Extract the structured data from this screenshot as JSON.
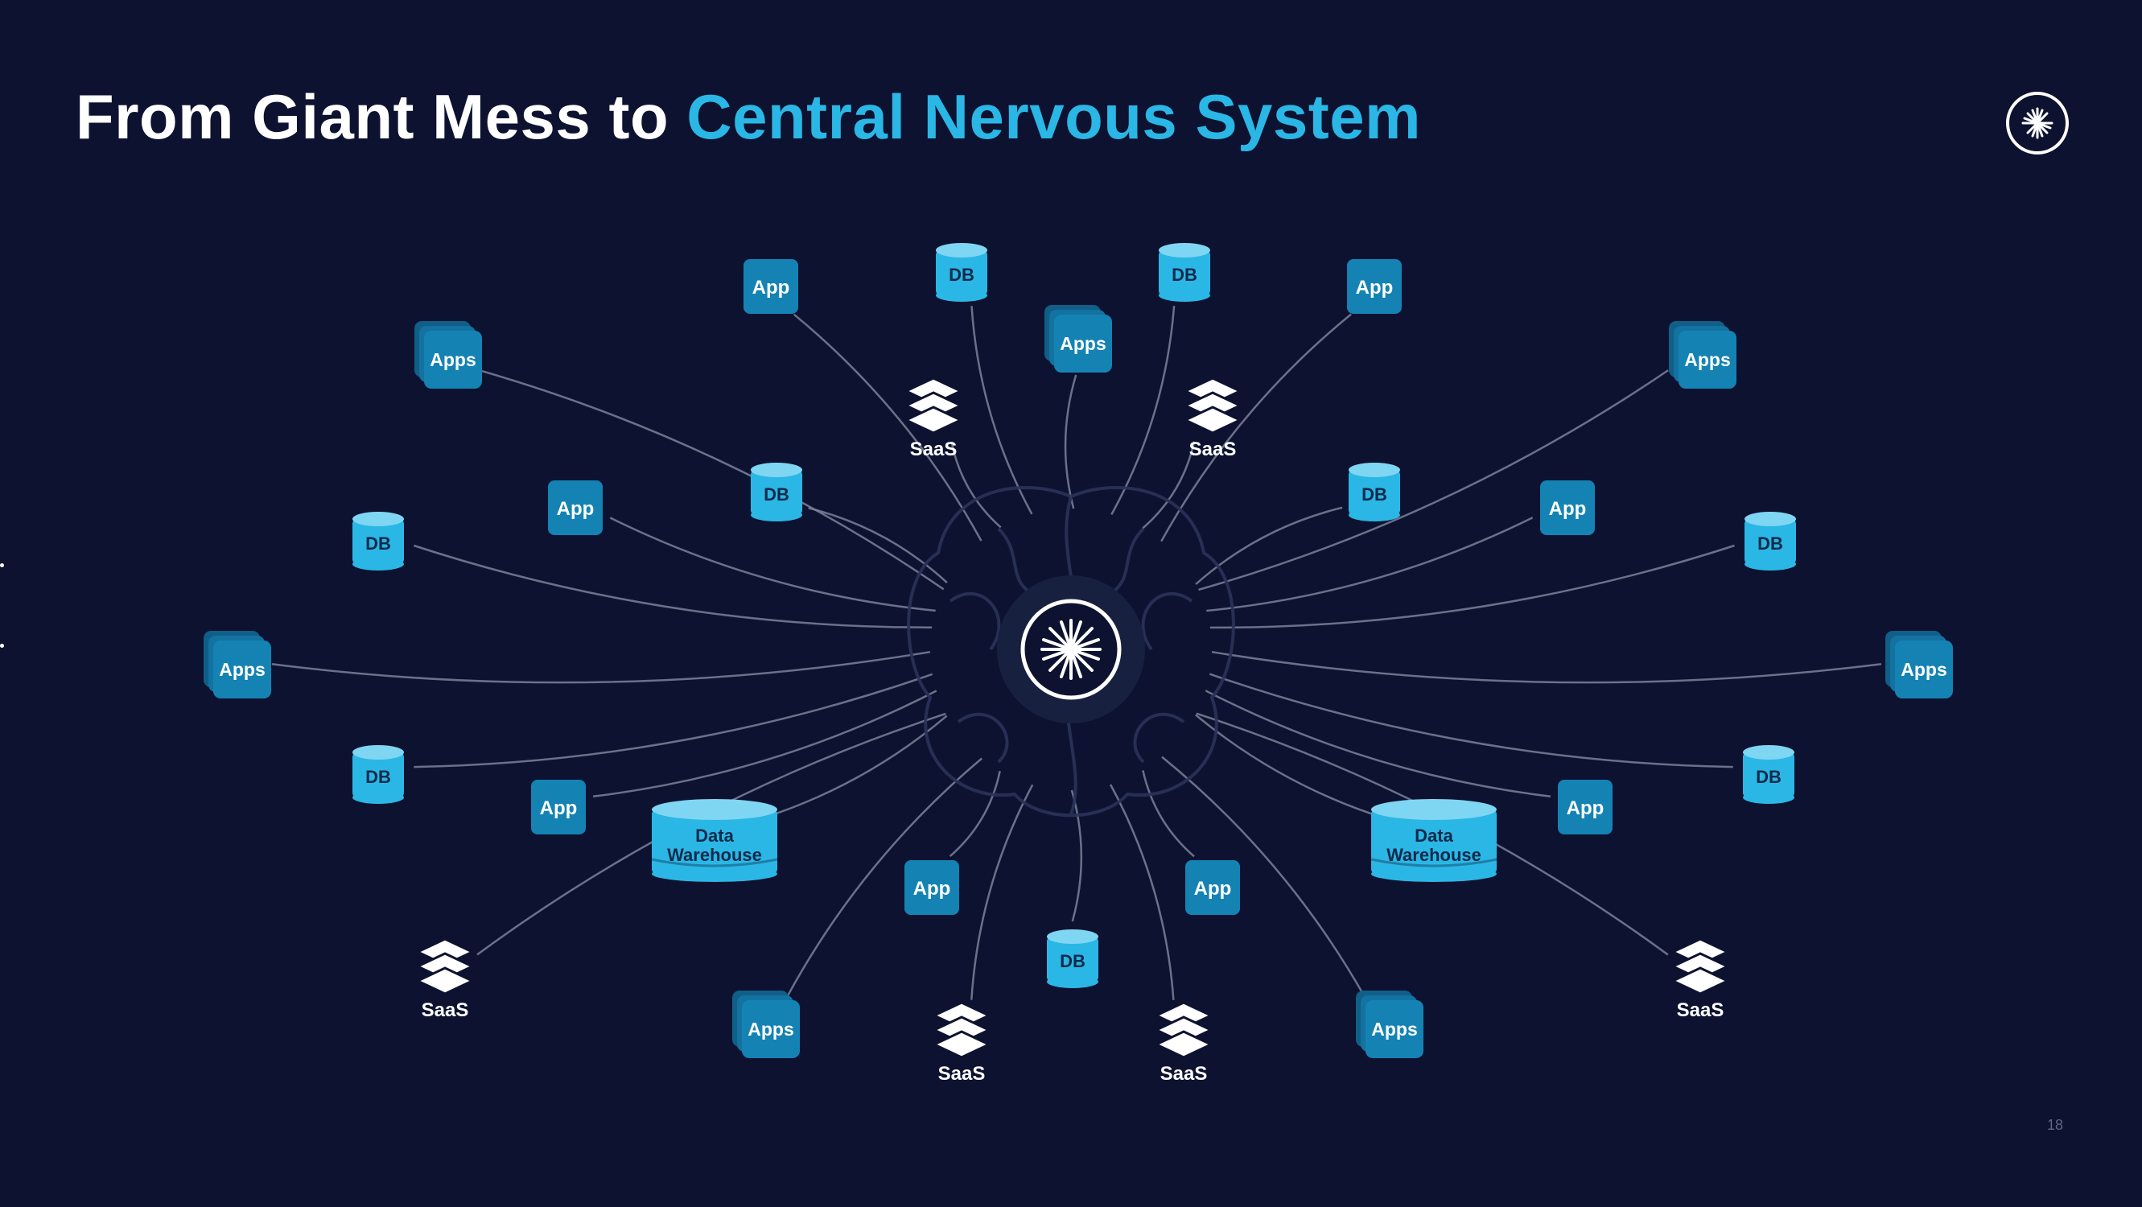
{
  "title": {
    "part1": "From Giant Mess to ",
    "part2": "Central Nervous System"
  },
  "page_number": "18",
  "logo_icon": "confluent-starburst-icon",
  "colors": {
    "background": "#0d1230",
    "accent": "#2ab7e6",
    "box_blue": "#1483b4",
    "line": "#7c8299"
  },
  "hub": {
    "icon": "brain-icon",
    "center_icon": "confluent-starburst-icon"
  },
  "nodes": [
    {
      "type": "app",
      "label": "App"
    },
    {
      "type": "db",
      "label": "DB"
    },
    {
      "type": "db",
      "label": "DB"
    },
    {
      "type": "app",
      "label": "App"
    },
    {
      "type": "apps",
      "label": "Apps"
    },
    {
      "type": "apps",
      "label": "Apps"
    },
    {
      "type": "apps",
      "label": "Apps"
    },
    {
      "type": "saas",
      "label": "SaaS"
    },
    {
      "type": "saas",
      "label": "SaaS"
    },
    {
      "type": "app",
      "label": "App"
    },
    {
      "type": "db",
      "label": "DB"
    },
    {
      "type": "db",
      "label": "DB"
    },
    {
      "type": "app",
      "label": "App"
    },
    {
      "type": "db",
      "label": "DB"
    },
    {
      "type": "db",
      "label": "DB"
    },
    {
      "type": "apps",
      "label": "Apps"
    },
    {
      "type": "apps",
      "label": "Apps"
    },
    {
      "type": "db",
      "label": "DB"
    },
    {
      "type": "db",
      "label": "DB"
    },
    {
      "type": "app",
      "label": "App"
    },
    {
      "type": "app",
      "label": "App"
    },
    {
      "type": "warehouse",
      "label": "Data Warehouse"
    },
    {
      "type": "warehouse",
      "label": "Data Warehouse"
    },
    {
      "type": "app",
      "label": "App"
    },
    {
      "type": "app",
      "label": "App"
    },
    {
      "type": "db",
      "label": "DB"
    },
    {
      "type": "saas",
      "label": "SaaS"
    },
    {
      "type": "saas",
      "label": "SaaS"
    },
    {
      "type": "apps",
      "label": "Apps"
    },
    {
      "type": "apps",
      "label": "Apps"
    },
    {
      "type": "saas",
      "label": "SaaS"
    },
    {
      "type": "saas",
      "label": "SaaS"
    }
  ]
}
